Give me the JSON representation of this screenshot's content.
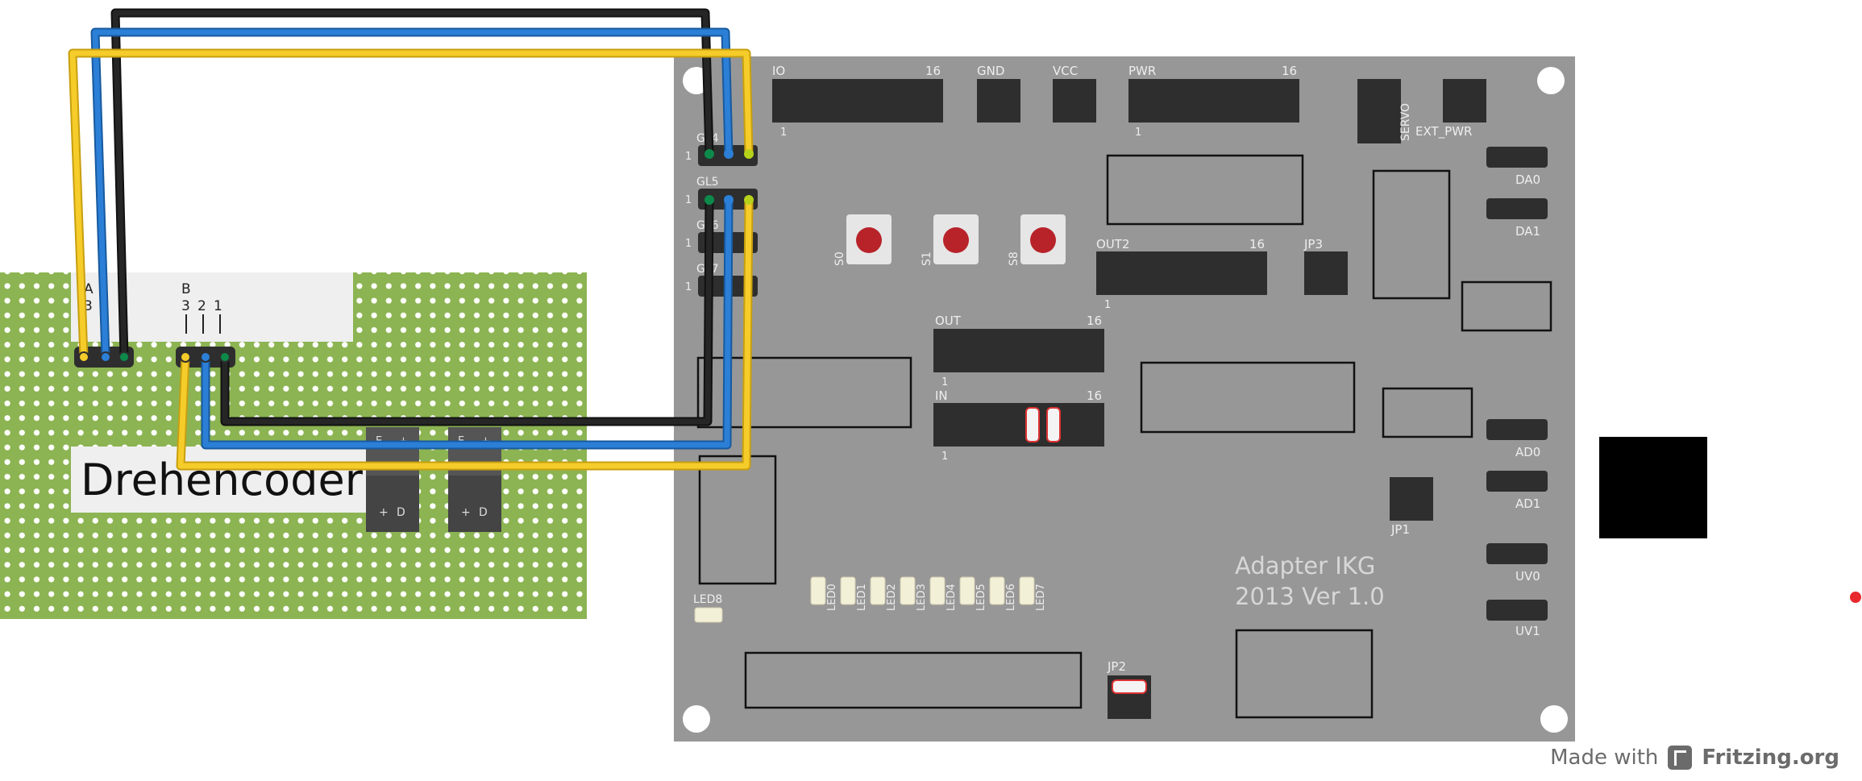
{
  "perfboard": {
    "label": "Drehencoder",
    "header_a": "A",
    "header_a_pin": "3",
    "header_b": "B",
    "header_b_pins": [
      "3",
      "2",
      "1"
    ]
  },
  "adapter": {
    "title_line1": "Adapter IKG",
    "title_line2": "2013 Ver 1.0",
    "labels": {
      "io": "IO",
      "io_16": "16",
      "io_1": "1",
      "gnd": "GND",
      "vcc": "VCC",
      "pwr": "PWR",
      "pwr_16": "16",
      "pwr_1": "1",
      "servo": "SERVO",
      "ext_pwr": "EXT_PWR",
      "gl4": "GL4",
      "gl5": "GL5",
      "gl6": "GL6",
      "gl7": "GL7",
      "pin1": "1",
      "out2": "OUT2",
      "out2_16": "16",
      "out2_1": "1",
      "jp3": "JP3",
      "out": "OUT",
      "out_16": "16",
      "out_1": "1",
      "in": "IN",
      "in_16": "16",
      "in_1": "1",
      "jp1": "JP1",
      "jp2": "JP2",
      "da0": "DA0",
      "da1": "DA1",
      "ad0": "AD0",
      "ad1": "AD1",
      "uv0": "UV0",
      "uv1": "UV1",
      "buttons": [
        "S0",
        "S1",
        "S8"
      ],
      "led8": "LED8",
      "leds": [
        "LED0",
        "LED1",
        "LED2",
        "LED3",
        "LED4",
        "LED5",
        "LED6",
        "LED7"
      ]
    }
  },
  "footer": {
    "made_with": "Made with",
    "brand": "Fritzing.org"
  },
  "colors": {
    "board": "#979797",
    "perfboard": "#8cb452",
    "wire_black": "#262626",
    "wire_blue": "#1f6fc8",
    "wire_yellow": "#f3c319",
    "button_red": "#b8232a",
    "led_dot": "#e8282c"
  }
}
